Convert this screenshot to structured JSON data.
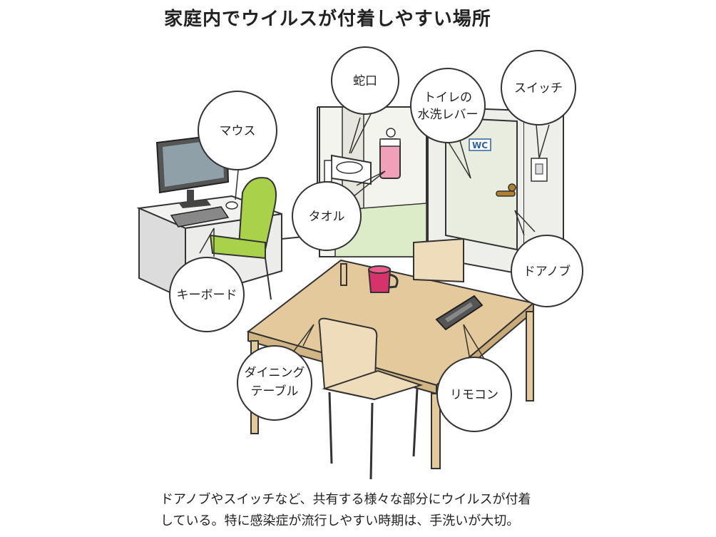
{
  "title": "家庭内でウイルスが付着しやすい場所",
  "labels": {
    "mouse": "マウス",
    "faucet": "蛇口",
    "toilet_lever_1": "トイレの",
    "toilet_lever_2": "水洗レバー",
    "switch": "スイッチ",
    "towel": "タオル",
    "keyboard": "キーボード",
    "door_knob": "ドアノブ",
    "dining_table_1": "ダイニング",
    "dining_table_2": "テーブル",
    "remote": "リモコン",
    "wc_sign": "WC"
  },
  "caption": {
    "line1": "ドアノブやスイッチなど、共有する様々な部分にウイルスが付着",
    "line2": "している。特に感染症が流行しやすい時期は、手洗いが大切。"
  },
  "colors": {
    "chair_green": "#a9d14a",
    "chair_beige": "#efdcba",
    "table_top": "#e3c99b",
    "mug": "#d6336c",
    "towel": "#f0a0b8",
    "wall": "#eeeeea",
    "door": "#e9ede0",
    "floor_green": "#dcecc8"
  }
}
